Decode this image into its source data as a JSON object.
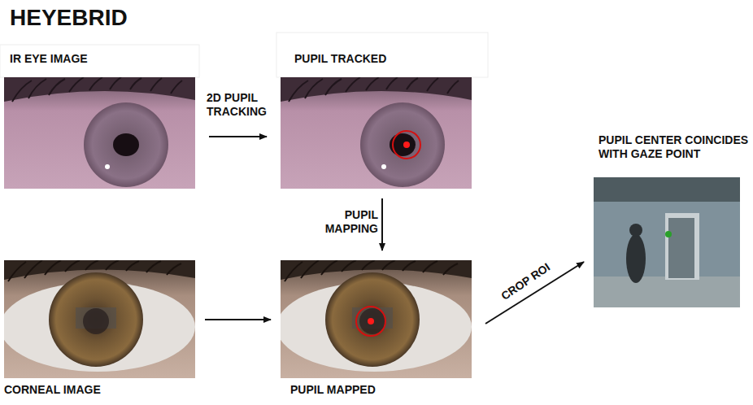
{
  "diagram": {
    "title": "HEYEBRID",
    "nodes": [
      {
        "text": [
          "IR EYE IMAGE"
        ]
      },
      {
        "text": [
          "PUPIL TRACKED"
        ]
      },
      {
        "text": [
          "CORNEAL IMAGE"
        ]
      },
      {
        "text": [
          "PUPIL MAPPED"
        ]
      },
      {
        "text": [
          "PUPIL CENTER COINCIDES WITH GAZE POINT"
        ]
      }
    ],
    "edges": [
      {
        "from": 0,
        "to": 1,
        "label": "2D PUPIL TRACKING",
        "arrow": "to"
      },
      {
        "from": 1,
        "to": 3,
        "label": "PUPIL MAPPING",
        "arrow": "to"
      },
      {
        "from": 2,
        "to": 3,
        "arrow": "to"
      },
      {
        "from": 3,
        "to": 4,
        "label": "CROP ROI",
        "arrow": "to"
      }
    ]
  }
}
